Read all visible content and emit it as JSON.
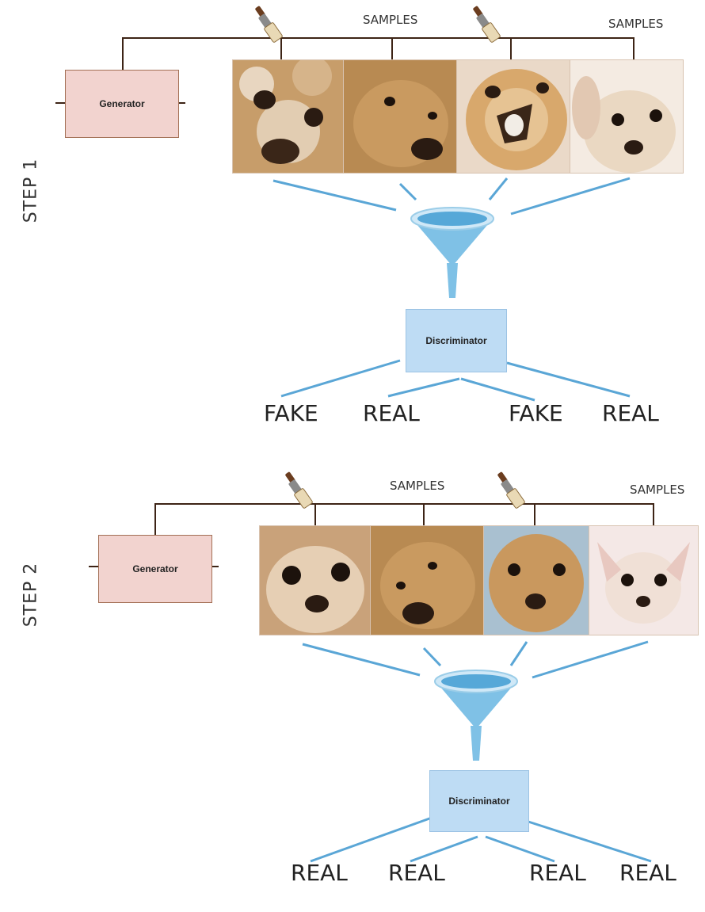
{
  "steps": [
    {
      "label": "STEP 1",
      "generator": "Generator",
      "discriminator": "Discriminator",
      "samples_labels": [
        "SAMPLES",
        "SAMPLES"
      ],
      "sample_images": [
        {
          "kind": "fake",
          "tone": "#c79d6a"
        },
        {
          "kind": "real",
          "tone": "#b88a52"
        },
        {
          "kind": "fake",
          "tone": "#d8a86c"
        },
        {
          "kind": "real",
          "tone": "#ead8c2"
        }
      ],
      "outputs": [
        "FAKE",
        "REAL",
        "FAKE",
        "REAL"
      ]
    },
    {
      "label": "STEP 2",
      "generator": "Generator",
      "discriminator": "Discriminator",
      "samples_labels": [
        "SAMPLES",
        "SAMPLES"
      ],
      "sample_images": [
        {
          "kind": "real",
          "tone": "#d9b48a"
        },
        {
          "kind": "real",
          "tone": "#b88a52"
        },
        {
          "kind": "real",
          "tone": "#c9985e"
        },
        {
          "kind": "real",
          "tone": "#f0e0d6"
        }
      ],
      "outputs": [
        "REAL",
        "REAL",
        "REAL",
        "REAL"
      ]
    }
  ],
  "icons": {
    "brush": "paintbrush-icon",
    "funnel": "funnel-icon"
  },
  "colors": {
    "wire": "#3d2416",
    "funnel_line": "#5aa6d6",
    "generator_fill": "#f2d3cf",
    "discriminator_fill": "#bedcf4"
  }
}
